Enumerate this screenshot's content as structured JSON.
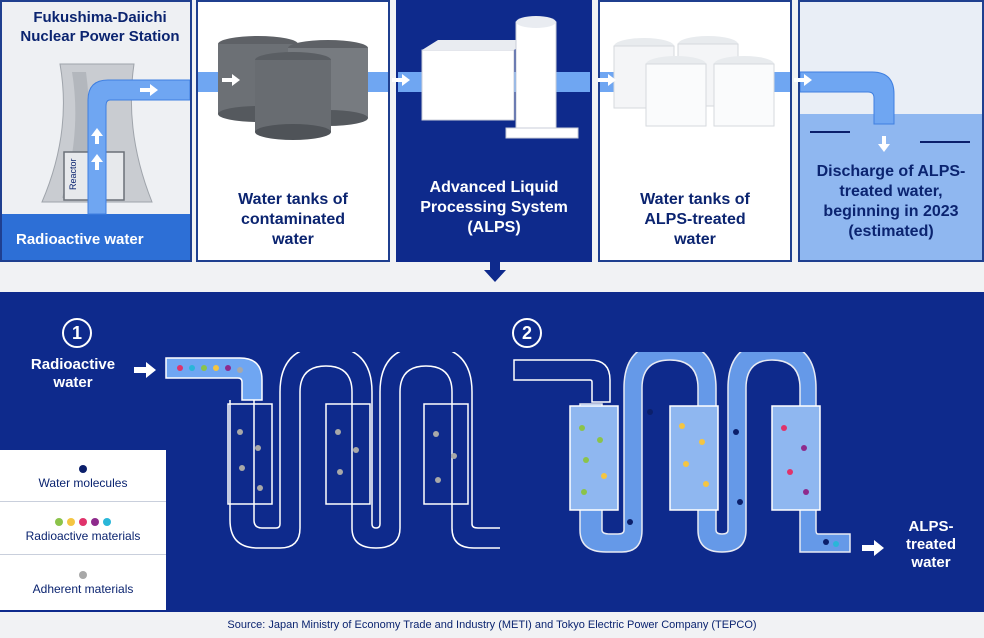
{
  "top": {
    "station_title": "Fukushima-Daiichi Nuclear Power Station",
    "reactor_label": "Reactor",
    "radioactive_water": "Radioactive water",
    "contaminated_tanks": "Water tanks of contaminated water",
    "alps": "Advanced Liquid Processing System (ALPS)",
    "treated_tanks": "Water tanks of ALPS-treated water",
    "discharge": "Discharge of ALPS-treated water, beginning in 2023 (estimated)"
  },
  "bottom": {
    "step1": "1",
    "step2": "2",
    "input_label": "Radioactive water",
    "output_label": "ALPS-treated water"
  },
  "legend": {
    "items": [
      {
        "label": "Water molecules",
        "colors": [
          "#0b1f6b"
        ]
      },
      {
        "label": "Radioactive materials",
        "colors": [
          "#8bc34a",
          "#f4c542",
          "#e0336b",
          "#8e2a8c",
          "#29b6d8"
        ]
      },
      {
        "label": "Adherent materials",
        "colors": [
          "#a8a8a8"
        ]
      }
    ]
  },
  "source": "Source: Japan Ministry of Economy Trade and Industry (METI) and Tokyo Electric Power Company (TEPCO)",
  "colors": {
    "navy": "#0e2a8c",
    "pipe": "#6fa6f2",
    "water_dark": "#0b1f6b"
  }
}
